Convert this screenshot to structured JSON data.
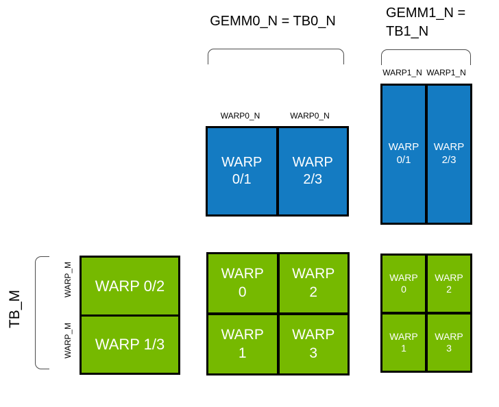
{
  "colors": {
    "blue": "#147bc2",
    "green": "#76b900",
    "outline": "#000000",
    "bracket_line": "#4a4a4a",
    "label_text": "#000000",
    "cell_text": "#ffffff"
  },
  "headers": {
    "gemm0_title": "GEMM0_N = TB0_N",
    "gemm1_title_line1": "GEMM1_N =",
    "gemm1_title_line2": "TB1_N"
  },
  "labels": {
    "tb_m": "TB_M",
    "warp_m_1": "WARP_M",
    "warp_m_2": "WARP_M",
    "warp0_n_1": "WARP0_N",
    "warp0_n_2": "WARP0_N",
    "warp1_n_1": "WARP1_N",
    "warp1_n_2": "WARP1_N"
  },
  "gemm0_warp_tile": {
    "cells": [
      {
        "line1": "WARP",
        "line2": "0/1"
      },
      {
        "line1": "WARP",
        "line2": "2/3"
      }
    ]
  },
  "gemm1_warp_tile": {
    "cells": [
      {
        "line1": "WARP",
        "line2": "0/1"
      },
      {
        "line1": "WARP",
        "line2": "2/3"
      }
    ]
  },
  "tb_m_tile": {
    "cells": [
      {
        "label": "WARP 0/2"
      },
      {
        "label": "WARP 1/3"
      }
    ]
  },
  "gemm0_accum_tile": {
    "cells": [
      {
        "line1": "WARP",
        "line2": "0"
      },
      {
        "line1": "WARP",
        "line2": "2"
      },
      {
        "line1": "WARP",
        "line2": "1"
      },
      {
        "line1": "WARP",
        "line2": "3"
      }
    ]
  },
  "gemm1_accum_tile": {
    "cells": [
      {
        "line1": "WARP",
        "line2": "0"
      },
      {
        "line1": "WARP",
        "line2": "2"
      },
      {
        "line1": "WARP",
        "line2": "1"
      },
      {
        "line1": "WARP",
        "line2": "3"
      }
    ]
  }
}
